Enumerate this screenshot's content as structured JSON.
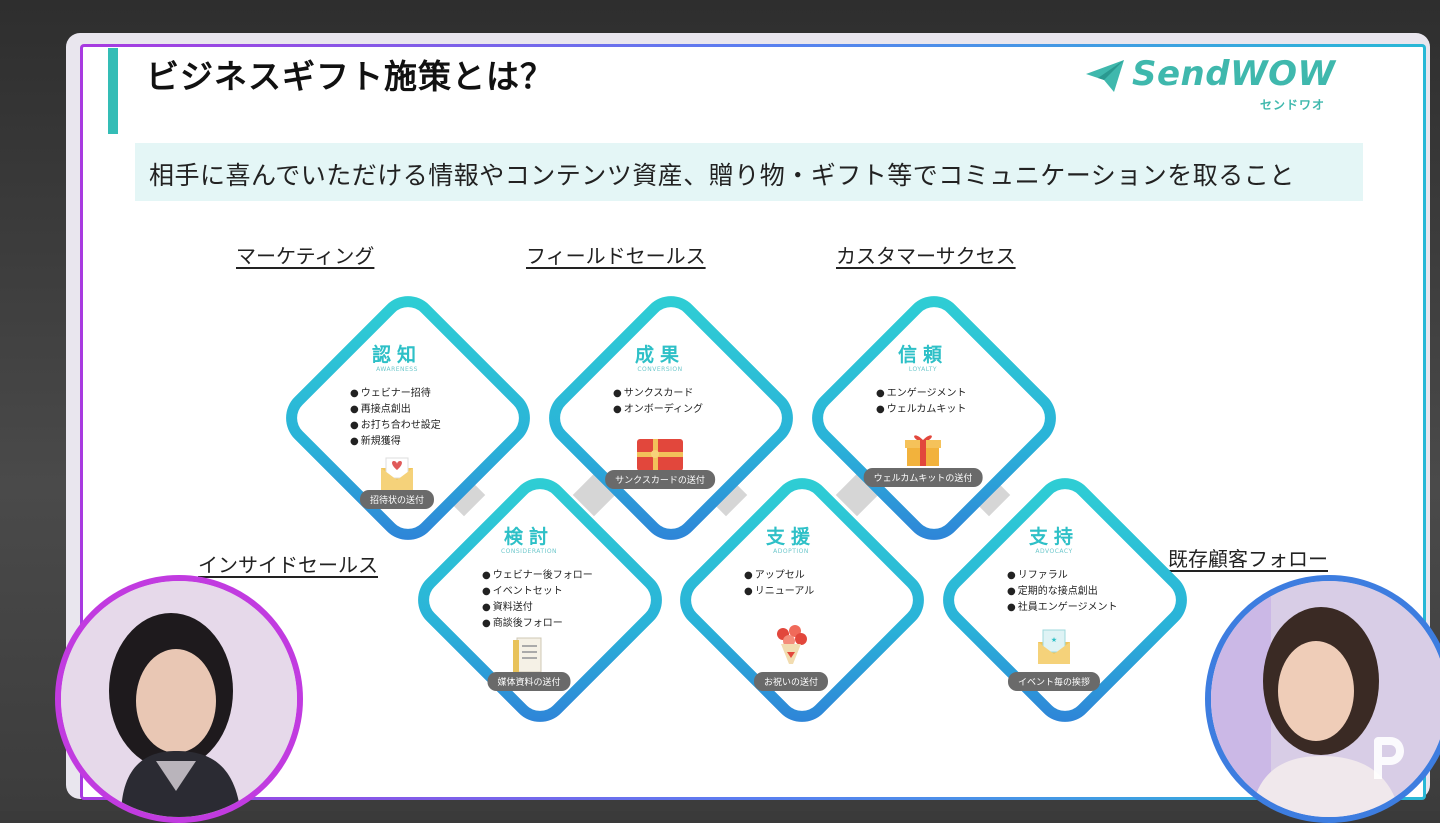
{
  "slide": {
    "title": "ビジネスギフト施策とは？",
    "logo_text": "SendWOW",
    "logo_sub": "センドワオ",
    "tagline": "相手に喜んでいただける情報やコンテンツ資産、贈り物・ギフト等でコミュニケーションを取ること"
  },
  "roles": {
    "marketing": "マーケティング",
    "field_sales": "フィールドセールス",
    "customer_success": "カスタマーサクセス",
    "inside_sales": "インサイドセールス",
    "existing_follow": "既存顧客フォロー"
  },
  "cards": [
    {
      "title": "認知",
      "sub": "AWARENESS",
      "items": [
        "ウェビナー招待",
        "再接点創出",
        "お打ち合わせ設定",
        "新規獲得"
      ],
      "badge": "招待状の送付",
      "icon": "invitation-envelope-icon"
    },
    {
      "title": "成果",
      "sub": "CONVERSION",
      "items": [
        "サンクスカード",
        "オンボーディング"
      ],
      "badge": "サンクスカードの送付",
      "icon": "gift-card-icon"
    },
    {
      "title": "信頼",
      "sub": "LOYALTY",
      "items": [
        "エンゲージメント",
        "ウェルカムキット"
      ],
      "badge": "ウェルカムキットの送付",
      "icon": "gift-box-icon"
    },
    {
      "title": "検討",
      "sub": "CONSIDERATION",
      "items": [
        "ウェビナー後フォロー",
        "イベントセット",
        "資料送付",
        "商談後フォロー"
      ],
      "badge": "媒体資料の送付",
      "icon": "document-icon"
    },
    {
      "title": "支援",
      "sub": "ADOPTION",
      "items": [
        "アップセル",
        "リニューアル"
      ],
      "badge": "お祝いの送付",
      "icon": "flower-bouquet-icon"
    },
    {
      "title": "支持",
      "sub": "ADVOCACY",
      "items": [
        "リファラル",
        "定期的な接点創出",
        "社員エンゲージメント"
      ],
      "badge": "イベント毎の挨拶",
      "icon": "greeting-card-icon"
    }
  ],
  "colors": {
    "accent": "#34bdb6",
    "brand": "#3fb8ad",
    "diamond_start": "#2fd0d4",
    "diamond_end": "#2f7fd8",
    "left_ring": "#c13be0",
    "right_ring": "#3d7de0"
  },
  "icons": {
    "logo": "paper-plane-icon",
    "watermark": "p-logo-icon",
    "left_cam": "presenter-left-video",
    "right_cam": "presenter-right-video"
  }
}
